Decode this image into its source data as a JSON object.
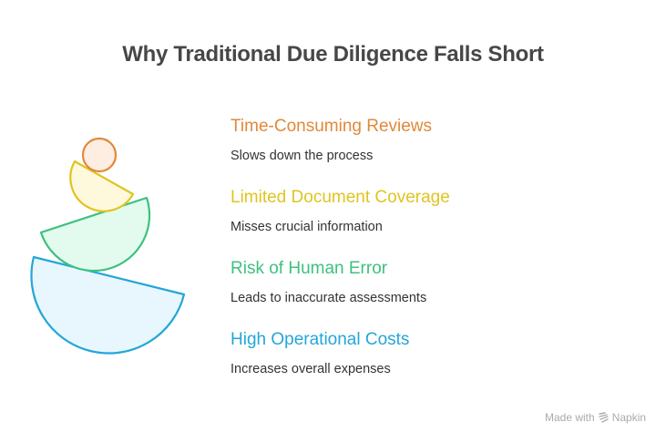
{
  "title": "Why Traditional Due Diligence Falls Short",
  "items": [
    {
      "heading": "Time-Consuming Reviews",
      "description": "Slows down the process",
      "color": "#E0893A"
    },
    {
      "heading": "Limited Document Coverage",
      "description": "Misses crucial information",
      "color": "#DFC421"
    },
    {
      "heading": "Risk of Human Error",
      "description": "Leads to inaccurate assessments",
      "color": "#3EC17F"
    },
    {
      "heading": "High Operational Costs",
      "description": "Increases overall expenses",
      "color": "#24A6D8"
    }
  ],
  "footer": {
    "made_with": "Made with",
    "brand": "Napkin",
    "icon": "napkin-logo-icon"
  }
}
